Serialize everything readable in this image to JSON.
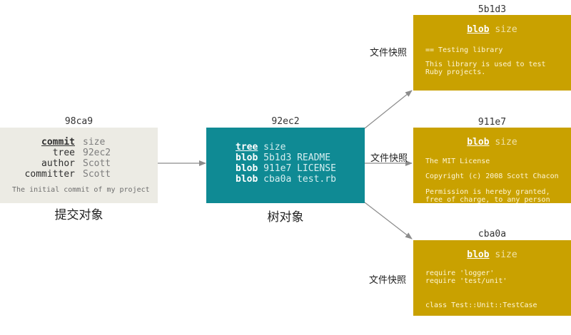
{
  "commit": {
    "hash": "98ca9",
    "fields": [
      {
        "key": "commit",
        "value": "size"
      },
      {
        "key": "tree",
        "value": "92ec2"
      },
      {
        "key": "author",
        "value": "Scott"
      },
      {
        "key": "committer",
        "value": "Scott"
      }
    ],
    "message": "The initial commit of my project",
    "caption": "提交对象"
  },
  "tree": {
    "hash": "92ec2",
    "header": {
      "keyword": "tree",
      "value": "size"
    },
    "entries": [
      {
        "type": "blob",
        "hash": "5b1d3",
        "name": "README"
      },
      {
        "type": "blob",
        "hash": "911e7",
        "name": "LICENSE"
      },
      {
        "type": "blob",
        "hash": "cba0a",
        "name": "test.rb"
      }
    ],
    "caption": "树对象"
  },
  "blobs": [
    {
      "hash": "5b1d3",
      "keyword": "blob",
      "size_label": "size",
      "lines": [
        "== Testing library",
        "",
        "This library is used to test",
        "Ruby projects."
      ]
    },
    {
      "hash": "911e7",
      "keyword": "blob",
      "size_label": "size",
      "lines": [
        "The MIT License",
        "",
        "Copyright (c) 2008 Scott Chacon",
        "",
        "Permission is hereby granted,",
        "free of charge, to any person"
      ]
    },
    {
      "hash": "cba0a",
      "keyword": "blob",
      "size_label": "size",
      "lines": [
        "require 'logger'",
        "require 'test/unit'",
        "",
        "",
        "class Test::Unit::TestCase"
      ]
    }
  ],
  "edge_label": "文件快照",
  "colors": {
    "commit_bg": "#ecebe4",
    "tree_bg": "#0f8a94",
    "blob_bg": "#c9a100",
    "arrow": "#8c8c8c"
  }
}
